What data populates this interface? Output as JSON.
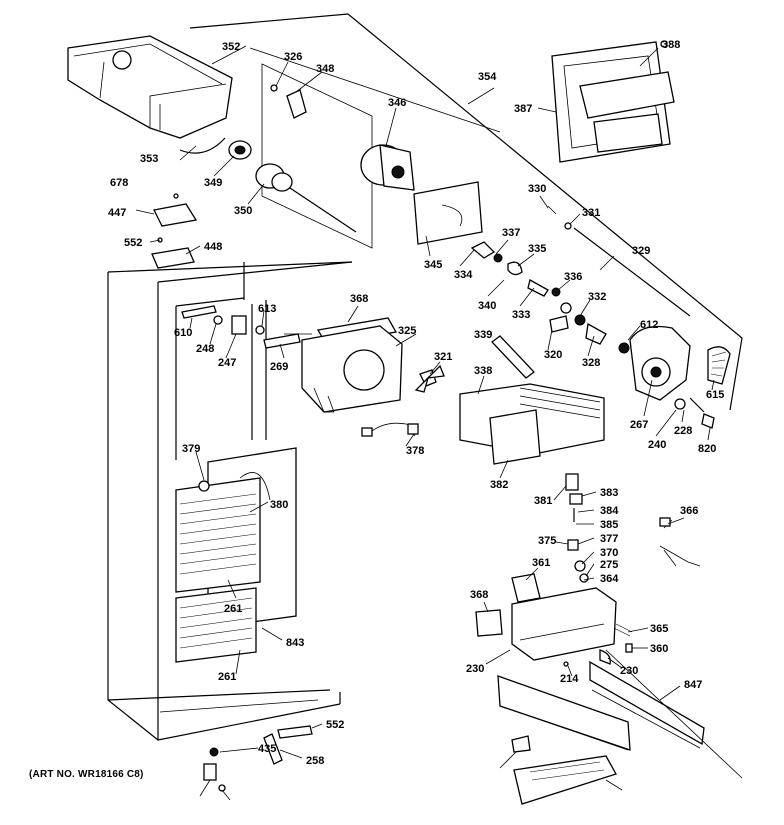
{
  "caption": "(ART NO. WR18166 C8)",
  "callouts": [
    "352",
    "326",
    "348",
    "346",
    "354",
    "388",
    "387",
    "353",
    "349",
    "350",
    "678",
    "447",
    "552",
    "448",
    "345",
    "330",
    "331",
    "337",
    "335",
    "329",
    "334",
    "340",
    "333",
    "336",
    "332",
    "320",
    "328",
    "612",
    "615",
    "610",
    "248",
    "247",
    "613",
    "269",
    "368",
    "325",
    "321",
    "339",
    "338",
    "267",
    "240",
    "228",
    "820",
    "378",
    "379",
    "380",
    "382",
    "381",
    "383",
    "384",
    "385",
    "377",
    "375",
    "370",
    "275",
    "364",
    "366",
    "361",
    "368",
    "365",
    "360",
    "230",
    "214",
    "230",
    "847",
    "261",
    "843",
    "261",
    "552",
    "435",
    "258"
  ]
}
